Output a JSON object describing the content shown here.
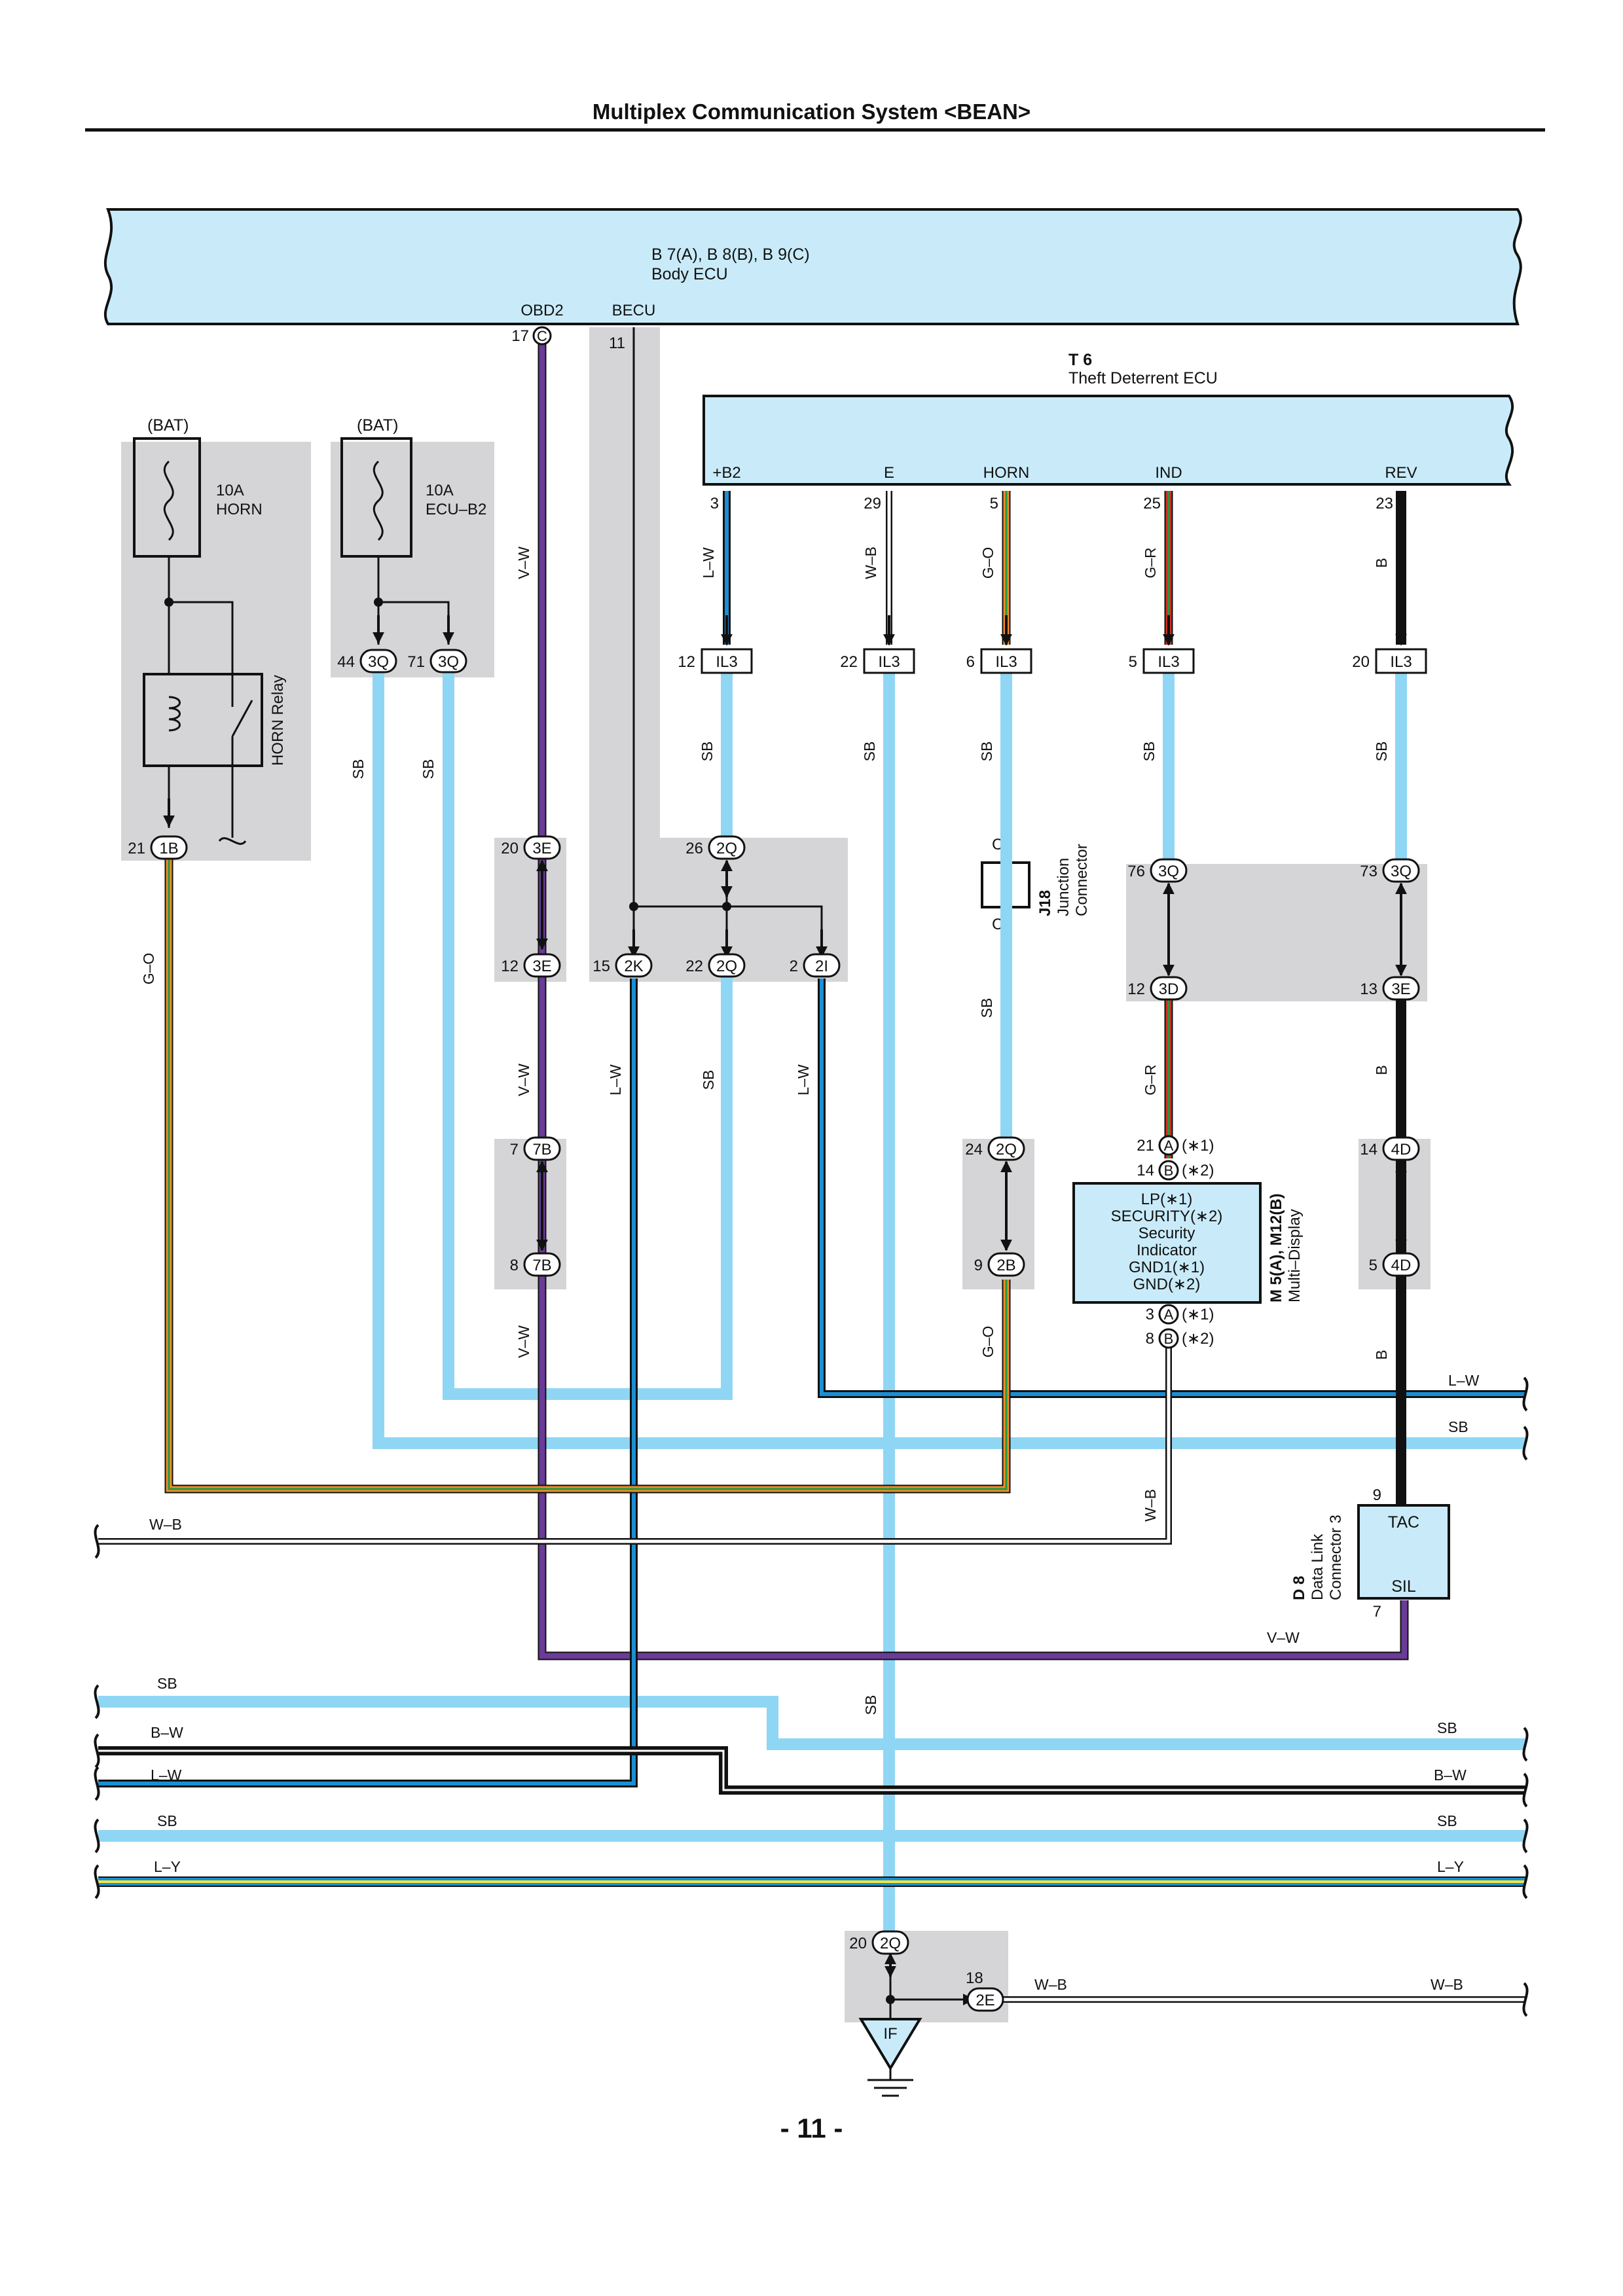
{
  "header": {
    "title": "Multiplex Communication System <BEAN>"
  },
  "footer": {
    "page_number": "- 11 -"
  },
  "colors": {
    "sky_blue": "#8fd6f4",
    "shade": "#d5d5d7",
    "ecu": "#c9ebf9",
    "violet": "#6a3b97",
    "green": "#1f9a3f",
    "orange": "#f28c28",
    "blue": "#1b8fd2",
    "red": "#d42b22",
    "black": "#111111"
  },
  "body_ecu": {
    "code": "B 7(A), B 8(B), B 9(C)",
    "name": "Body ECU",
    "terminals": [
      "OBD2",
      "BECU"
    ],
    "pins": [
      "17",
      "11"
    ],
    "connector": "C"
  },
  "theft_ecu": {
    "code": "T 6",
    "name": "Theft Deterrent ECU",
    "terminals": [
      "+B2",
      "E",
      "HORN",
      "IND",
      "REV"
    ],
    "pins": [
      "3",
      "29",
      "5",
      "25",
      "23"
    ]
  },
  "fuses": [
    {
      "source": "(BAT)",
      "rating": "10A",
      "name": "HORN"
    },
    {
      "source": "(BAT)",
      "rating": "10A",
      "name": "ECU–B2"
    }
  ],
  "relay": {
    "name": "HORN Relay"
  },
  "wires": [
    "SB",
    "SB",
    "V–W",
    "L–W",
    "W–B",
    "G–O",
    "G–R",
    "B",
    "SB",
    "SB",
    "SB",
    "SB",
    "G–O",
    "V–W",
    "L–W",
    "SB",
    "L–W",
    "SB",
    "G–R",
    "B",
    "V–W",
    "G–O",
    "B",
    "L–W",
    "SB",
    "W–B",
    "W–B",
    "V–W",
    "SB",
    "SB",
    "B–W",
    "L–W",
    "SB",
    "L–Y",
    "SB",
    "B–W",
    "SB",
    "L–Y",
    "W–B",
    "W–B",
    "SB"
  ],
  "connectors": [
    {
      "pin": "21",
      "id": "1B"
    },
    {
      "pin": "44",
      "id": "3Q"
    },
    {
      "pin": "71",
      "id": "3Q"
    },
    {
      "pin": "20",
      "id": "3E"
    },
    {
      "pin": "12",
      "id": "3E"
    },
    {
      "pin": "7",
      "id": "7B"
    },
    {
      "pin": "8",
      "id": "7B"
    },
    {
      "pin": "26",
      "id": "2Q"
    },
    {
      "pin": "15",
      "id": "2K"
    },
    {
      "pin": "22",
      "id": "2Q"
    },
    {
      "pin": "2",
      "id": "2I"
    },
    {
      "pin": "12",
      "id": "IL3"
    },
    {
      "pin": "22",
      "id": "IL3"
    },
    {
      "pin": "6",
      "id": "IL3"
    },
    {
      "pin": "5",
      "id": "IL3"
    },
    {
      "pin": "20",
      "id": "IL3"
    },
    {
      "pin": "76",
      "id": "3Q"
    },
    {
      "pin": "73",
      "id": "3Q"
    },
    {
      "pin": "12",
      "id": "3D"
    },
    {
      "pin": "13",
      "id": "3E"
    },
    {
      "pin": "24",
      "id": "2Q"
    },
    {
      "pin": "9",
      "id": "2B"
    },
    {
      "pin": "14",
      "id": "4D"
    },
    {
      "pin": "5",
      "id": "4D"
    },
    {
      "pin": "20",
      "id": "2Q"
    },
    {
      "pin": "18",
      "id": "2E"
    }
  ],
  "junction": {
    "code": "J18",
    "name1": "Junction",
    "name2": "Connector",
    "pin": "C"
  },
  "multi_display": {
    "code": "M 5(A), M12(B)",
    "name": "Multi–Display",
    "lines": [
      "LP(∗1)",
      "SECURITY(∗2)",
      "Security",
      "Indicator",
      "GND1(∗1)",
      "GND(∗2)"
    ],
    "pins": [
      {
        "num": "21",
        "conn": "A",
        "note": "(∗1)"
      },
      {
        "num": "14",
        "conn": "B",
        "note": "(∗2)"
      },
      {
        "num": "3",
        "conn": "A",
        "note": "(∗1)"
      },
      {
        "num": "8",
        "conn": "B",
        "note": "(∗2)"
      }
    ]
  },
  "dlc": {
    "code": "D 8",
    "name1": "Data Link",
    "name2": "Connector 3",
    "terminals": [
      "TAC",
      "SIL"
    ],
    "pins": [
      "9",
      "7"
    ]
  },
  "ground": {
    "label": "IF"
  }
}
